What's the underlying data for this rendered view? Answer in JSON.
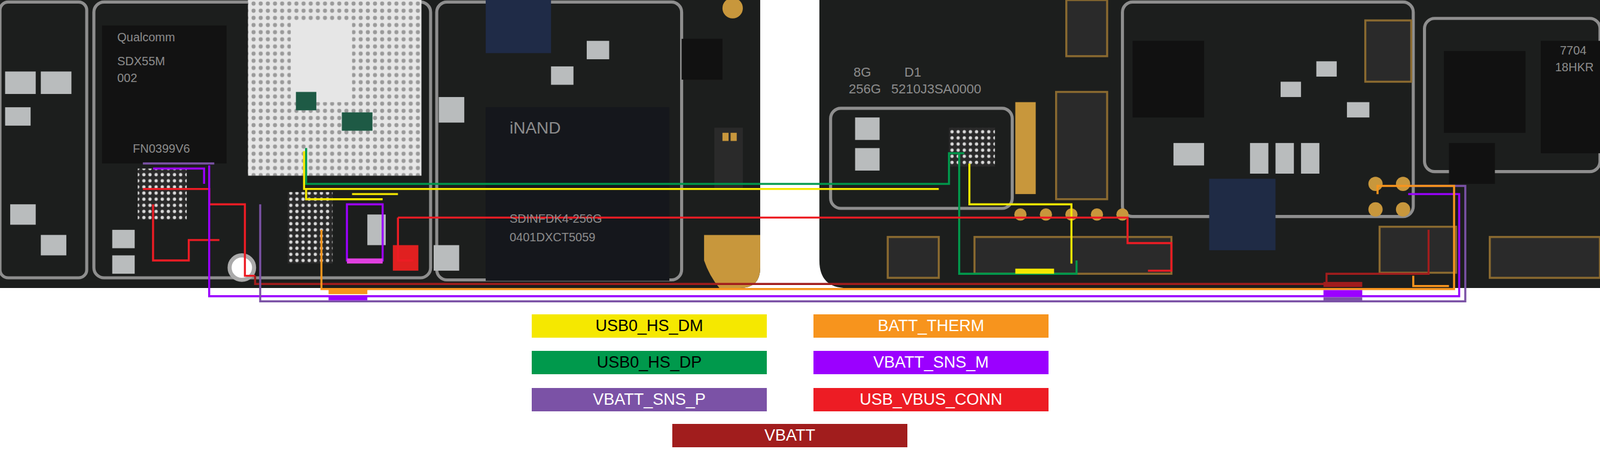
{
  "diagram": {
    "labels": [
      "Qualcomm",
      "SDX55M",
      "002",
      "FN0399V6",
      "iNAND",
      "SDINFDK4-256G",
      "0401DXCT5059",
      "8G",
      "D1",
      "256G",
      "5210J3SA0000",
      "7704",
      "18HKR"
    ],
    "legend": [
      {
        "text": "USB0_HS_DM",
        "color": "#f5e800"
      },
      {
        "text": "BATT_THERM",
        "color": "#f7941d"
      },
      {
        "text": "USB0_HS_DP",
        "color": "#00994c"
      },
      {
        "text": "VBATT_SNS_M",
        "color": "#9b00ff"
      },
      {
        "text": "VBATT_SNS_P",
        "color": "#7b52a6"
      },
      {
        "text": "USB_VBUS_CONN",
        "color": "#ed1c24"
      },
      {
        "text": "VBATT",
        "color": "#a11d1d"
      }
    ]
  }
}
